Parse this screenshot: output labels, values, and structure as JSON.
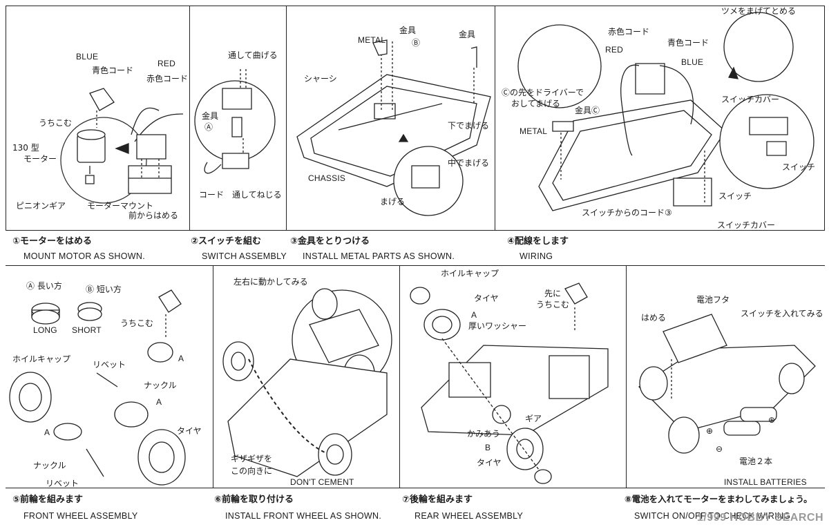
{
  "steps": [
    {
      "jp": "①モーターをはめる",
      "en": "MOUNT MOTOR AS SHOWN."
    },
    {
      "jp": "②スイッチを組む",
      "en": "SWITCH ASSEMBLY"
    },
    {
      "jp": "③金具をとりつける",
      "en": "INSTALL METAL PARTS AS SHOWN."
    },
    {
      "jp": "④配線をします",
      "en": "WIRING"
    },
    {
      "jp": "⑤前輪を組みます",
      "en": "FRONT WHEEL ASSEMBLY"
    },
    {
      "jp": "⑥前輪を取り付ける",
      "en": "INSTALL FRONT WHEEL AS SHOWN."
    },
    {
      "jp": "⑦後輪を組みます",
      "en": "REAR WHEEL ASSEMBLY"
    },
    {
      "jp": "⑧電池を入れてモーターをまわしてみましょう。",
      "en": "SWITCH ON/OFF TO CHECK WIRING."
    }
  ],
  "panel1": {
    "blue": "BLUE",
    "blue_jp": "青色コード",
    "red": "RED",
    "red_jp": "赤色コード",
    "uchikomu": "うちこむ",
    "motor_type": "130 型",
    "motor": "モーター",
    "pinion": "ピニオンギア",
    "mount": "モーターマウント",
    "front_fit": "前からはめる"
  },
  "panel2": {
    "bend": "通して曲げる",
    "metal_a": "金具",
    "a": "Ⓐ",
    "cord": "コード",
    "twist": "通してねじる"
  },
  "panel3": {
    "metal_en": "METAL",
    "metal_b": "金具",
    "b": "Ⓑ",
    "metal_right": "金具",
    "chassis_jp": "シャーシ",
    "chassis": "CHASSIS",
    "bend_down": "下でまげる",
    "bend_mid": "中でまげる",
    "bend": "まげる"
  },
  "panel4": {
    "claw": "ツメをまげてとめる",
    "red_jp": "赤色コード",
    "red": "RED",
    "blue_jp": "青色コード",
    "blue": "BLUE",
    "c_tip_1": "Ⓒの先をドライバーで",
    "c_tip_2": "おしてまげる",
    "metal_c": "金具Ⓒ",
    "metal": "METAL",
    "switch_cover": "スイッチカバー",
    "switch": "スイッチ",
    "switch_2": "スイッチ",
    "cord_from_switch": "スイッチからのコード③",
    "switch_cover_2": "スイッチカバー"
  },
  "panel5": {
    "a_long": "Ⓐ 長い方",
    "b_short": "Ⓑ 短い方",
    "long": "LONG",
    "short": "SHORT",
    "uchikomu": "うちこむ",
    "a1": "A",
    "hubcap": "ホイルキャップ",
    "rivet": "リベット",
    "knuckle": "ナックル",
    "a2": "A",
    "a3": "A",
    "tire": "タイヤ",
    "knuckle_2": "ナックル",
    "rivet_2": "リベット"
  },
  "panel6": {
    "move": "左右に動かしてみる",
    "serration_1": "ギザギザを",
    "serration_2": "この向きに",
    "dont_cement": "DON'T CEMENT"
  },
  "panel7": {
    "hubcap": "ホイルキャップ",
    "tire": "タイヤ",
    "a": "A",
    "washer": "厚いワッシャー",
    "first_1": "先に",
    "first_2": "うちこむ",
    "gear": "ギア",
    "mesh": "かみあう",
    "b": "B",
    "tire_2": "タイヤ"
  },
  "panel8": {
    "fit": "はめる",
    "battery_cover": "電池フタ",
    "switch_on": "スイッチを入れてみる",
    "batteries": "電池２本",
    "install": "INSTALL BATTERIES",
    "plus1": "⊕",
    "plus2": "⊕",
    "minus": "⊖"
  },
  "watermark": "1/999 HOBBY SEARCH"
}
